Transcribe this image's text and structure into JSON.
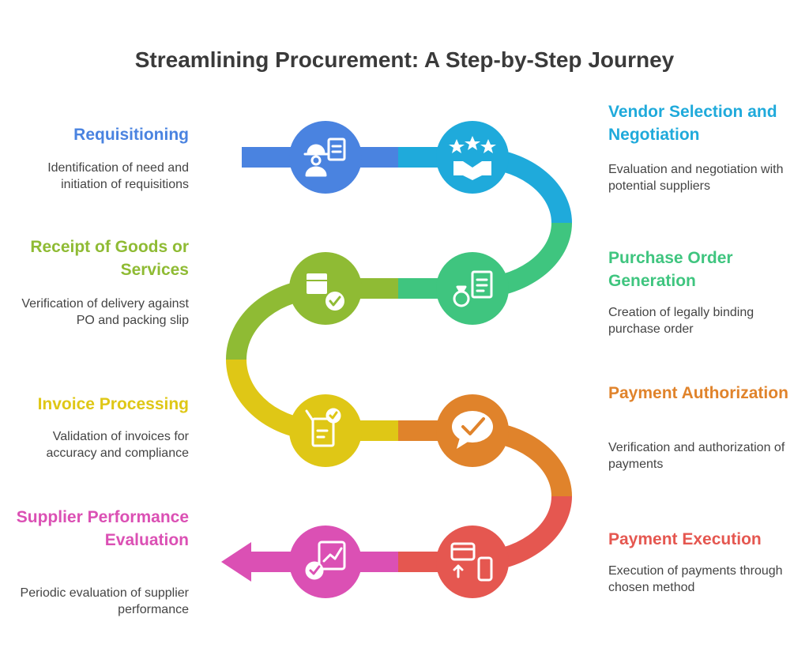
{
  "title": "Streamlining Procurement: A Step-by-Step Journey",
  "steps": [
    {
      "heading": "Requisitioning",
      "description": "Identification of need and initiation of requisitions",
      "color": "#4a83e0",
      "icon": "worker-clipboard-icon"
    },
    {
      "heading": "Vendor Selection and Negotiation",
      "description": "Evaluation and negotiation with potential suppliers",
      "color": "#1faadb",
      "icon": "stars-handshake-icon"
    },
    {
      "heading": "Purchase Order Generation",
      "description": "Creation of legally binding purchase order",
      "color": "#3fc57f",
      "icon": "ring-document-icon"
    },
    {
      "heading": "Receipt of Goods or Services",
      "description": "Verification of delivery against PO and packing slip",
      "color": "#8fbb34",
      "icon": "package-check-icon"
    },
    {
      "heading": "Invoice Processing",
      "description": "Validation of invoices for accuracy and compliance",
      "color": "#dfc716",
      "icon": "document-check-icon"
    },
    {
      "heading": "Payment Authorization",
      "description": "Verification and authorization of payments",
      "color": "#e0832b",
      "icon": "chat-check-icon"
    },
    {
      "heading": "Payment Execution",
      "description": "Execution of payments through chosen method",
      "color": "#e55750",
      "icon": "card-phone-icon"
    },
    {
      "heading": "Supplier Performance Evaluation",
      "description": "Periodic evaluation of supplier performance",
      "color": "#db50b4",
      "icon": "chart-check-icon"
    }
  ]
}
